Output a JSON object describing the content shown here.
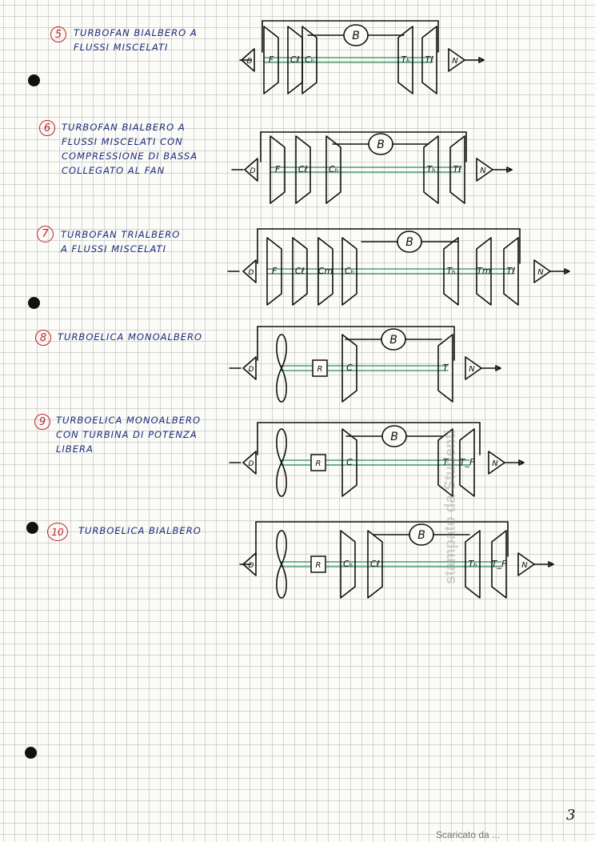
{
  "sections": [
    {
      "number": "5",
      "lines": [
        "TURBOFAN BIALBERO A",
        "FLUSSI MISCELATI"
      ]
    },
    {
      "number": "6",
      "lines": [
        "TURBOFAN BIALBERO A",
        "FLUSSI MISCELATI CON",
        "COMPRESSIONE DI BASSA",
        "COLLEGATO AL FAN"
      ]
    },
    {
      "number": "7",
      "lines": [
        "TURBOFAN TRIALBERO",
        "A FLUSSI MISCELATI"
      ]
    },
    {
      "number": "8",
      "lines": [
        "TURBOELICA MONOALBERO"
      ]
    },
    {
      "number": "9",
      "lines": [
        "TURBOELICA MONOALBERO",
        "CON TURBINA DI POTENZA",
        "LIBERA"
      ]
    },
    {
      "number": "10",
      "lines": [
        "TURBOELICA BIALBERO"
      ]
    }
  ],
  "diagrams": [
    {
      "combustor": "B",
      "intake": "D",
      "nozzle": "N",
      "compressors": [
        "F",
        "Cℓ",
        "Cₕ"
      ],
      "turbines": [
        "Tₕ",
        "Tℓ"
      ]
    },
    {
      "combustor": "B",
      "intake": "D",
      "nozzle": "N",
      "compressors": [
        "F",
        "Cℓ",
        "Cₕ"
      ],
      "turbines": [
        "Tₕ",
        "Tℓ"
      ]
    },
    {
      "combustor": "B",
      "intake": "D",
      "nozzle": "N",
      "compressors": [
        "F",
        "Cℓ",
        "Cm",
        "Cₕ"
      ],
      "turbines": [
        "Tₕ",
        "Tm",
        "Tℓ"
      ]
    },
    {
      "combustor": "B",
      "intake": "D",
      "nozzle": "N",
      "reducer": "R",
      "compressors": [
        "C"
      ],
      "turbines": [
        "T"
      ]
    },
    {
      "combustor": "B",
      "intake": "D",
      "nozzle": "N",
      "reducer": "R",
      "compressors": [
        "C"
      ],
      "turbines": [
        "T",
        "T_F"
      ]
    },
    {
      "combustor": "B",
      "intake": "D",
      "nozzle": "N",
      "reducer": "R",
      "compressors": [
        "Cₕ",
        "Cℓ"
      ],
      "turbines": [
        "Tₕ",
        "T_F"
      ]
    }
  ],
  "colors": {
    "ink": "#111111",
    "label_ink": "#1c2c7a",
    "circle_ink": "#c41f2a",
    "shaft": "#2e8b57"
  },
  "watermark": "stampato da Studenti",
  "page_number": "3",
  "footer": "Scaricato da ...",
  "icons": [
    "binder-hole-icon",
    "propeller-icon",
    "combustor-icon"
  ]
}
